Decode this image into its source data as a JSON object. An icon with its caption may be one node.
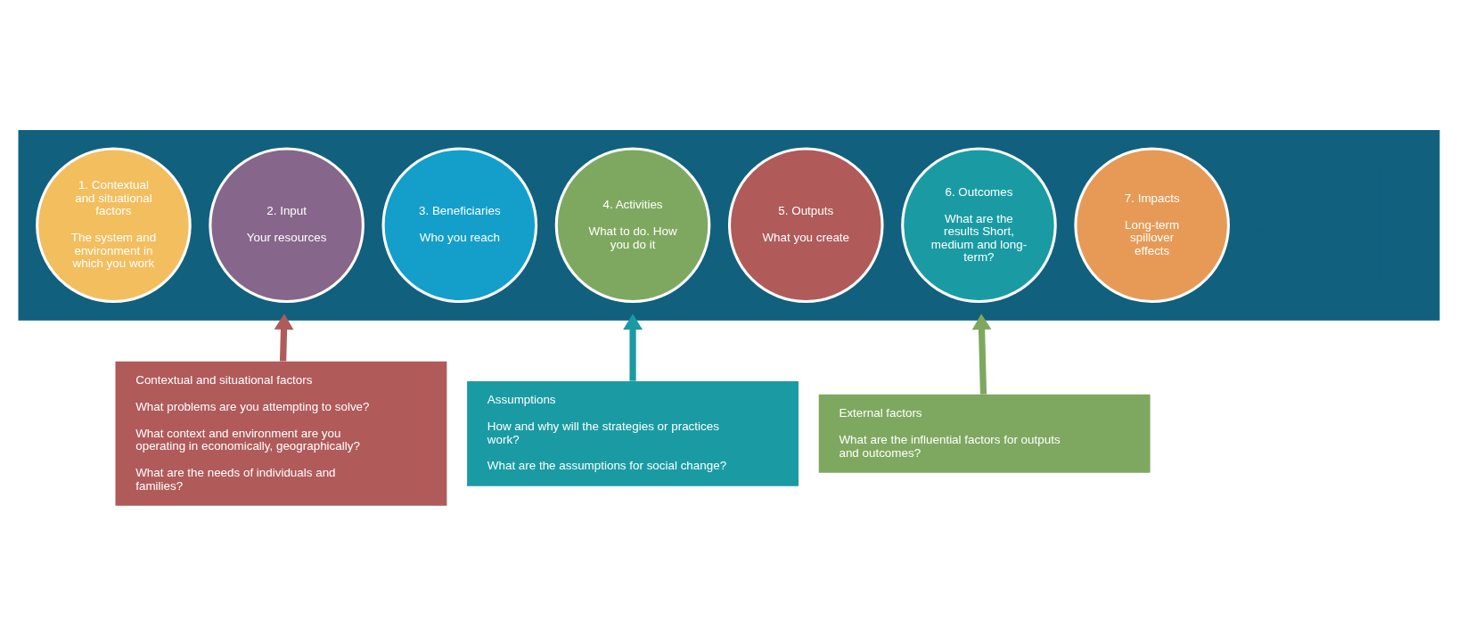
{
  "diagram": {
    "nodes": [
      {
        "text": [],
        "shape": "arrow"
      },
      {
        "text": [
          "1. Contextual and situational factors",
          "The system and environment in which you work"
        ],
        "in": 0
      },
      {
        "text": [
          "2. Input",
          "Your resources"
        ],
        "in": 0
      },
      {
        "text": [
          "3. Beneficiaries",
          "Who you reach"
        ],
        "in": 0
      },
      {
        "text": [
          "4. Activities",
          "What to do. How you do it"
        ],
        "in": 0
      },
      {
        "text": [
          "5. Outputs",
          "What you create"
        ],
        "in": 0
      },
      {
        "text": [
          "6. Outcomes",
          "What are the results Short, medium and long-term?"
        ],
        "in": 0
      },
      {
        "text": [
          "7. Impacts",
          "Long-term spillover effects"
        ],
        "in": 0
      },
      {
        "text": [
          "Contextual and situational factors",
          "What problems are you attempting to solve?",
          "What context and environment are you operating in economically, geographically?",
          "What are the needs of individuals and families?"
        ]
      },
      {
        "text": [
          "Assumptions",
          "How and why will the strategies or practices work?",
          "What are the assumptions for social change?"
        ]
      },
      {
        "text": [
          "External factors",
          "What are the influential factors for outputs and outcomes?"
        ]
      }
    ],
    "edges": [
      {
        "from": 8,
        "to": 0,
        "arrow": "to",
        "color": "#b05a5a"
      },
      {
        "from": 9,
        "to": 0,
        "arrow": "to",
        "color": "#1a9ba3"
      },
      {
        "from": 10,
        "to": 0,
        "arrow": "to",
        "color": "#7ea860"
      }
    ]
  }
}
